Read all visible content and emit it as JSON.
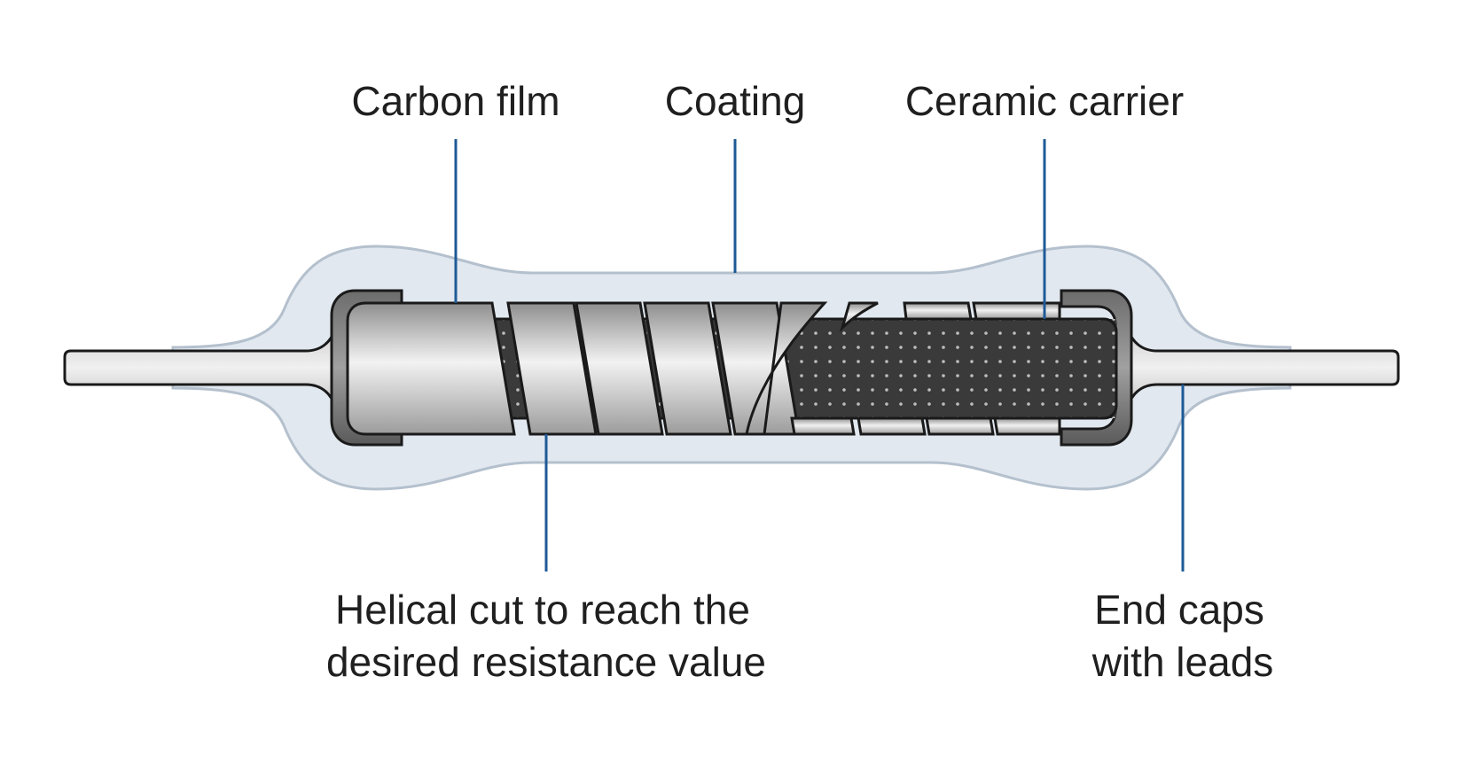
{
  "labels": {
    "carbon_film": "Carbon film",
    "coating": "Coating",
    "ceramic_carrier": "Ceramic carrier",
    "helical_cut_line1": "Helical cut to reach the",
    "helical_cut_line2": "desired resistance value",
    "end_caps_line1": "End caps",
    "end_caps_line2": "with leads"
  },
  "colors": {
    "leader_line": "#1e5a96",
    "coating_fill": "#e1e8f0",
    "coating_stroke": "#b4c0cd",
    "ceramic_core": "#3a3a3a",
    "end_cap": "#505050",
    "lead": "#dcdcdc"
  }
}
